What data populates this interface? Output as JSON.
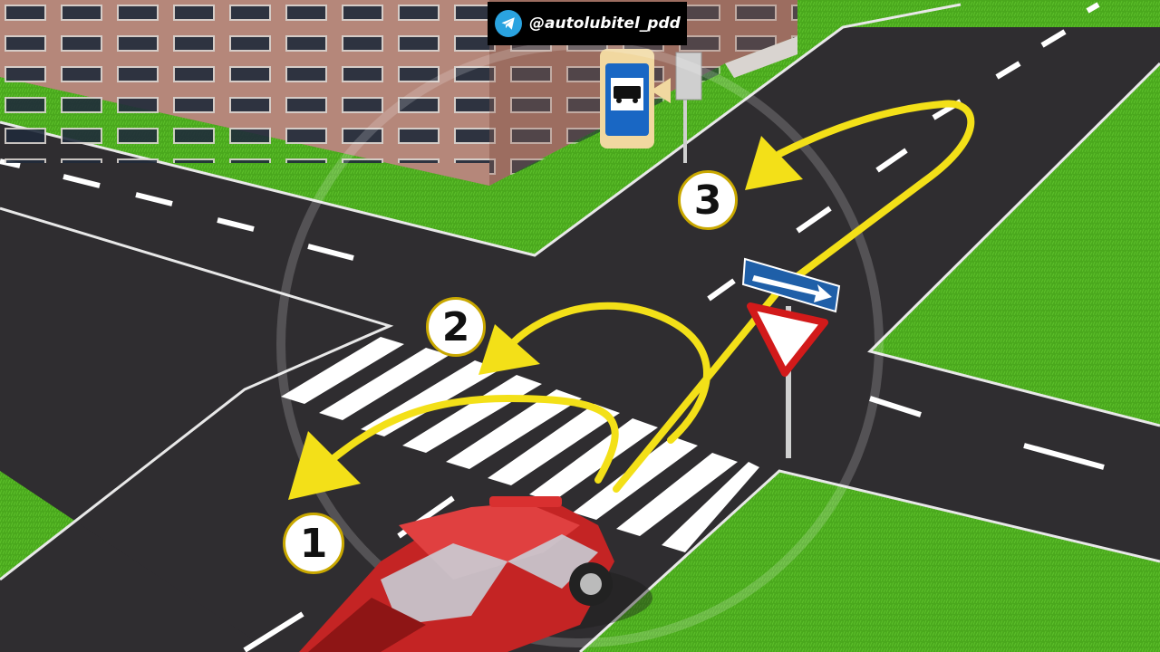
{
  "watermark": {
    "handle": "@autolubitel_pdd",
    "icon": "telegram-icon"
  },
  "route_labels": [
    "1",
    "2",
    "3"
  ],
  "signs": {
    "bus_stop": "bus-stop-sign",
    "one_way": "one-way-road-sign",
    "yield": "yield-sign"
  },
  "colors": {
    "grass": "#4aa81d",
    "asphalt": "#2f2d30",
    "route_arrow": "#f3e018",
    "car": "#d62b2b",
    "building": "#a8786a"
  }
}
